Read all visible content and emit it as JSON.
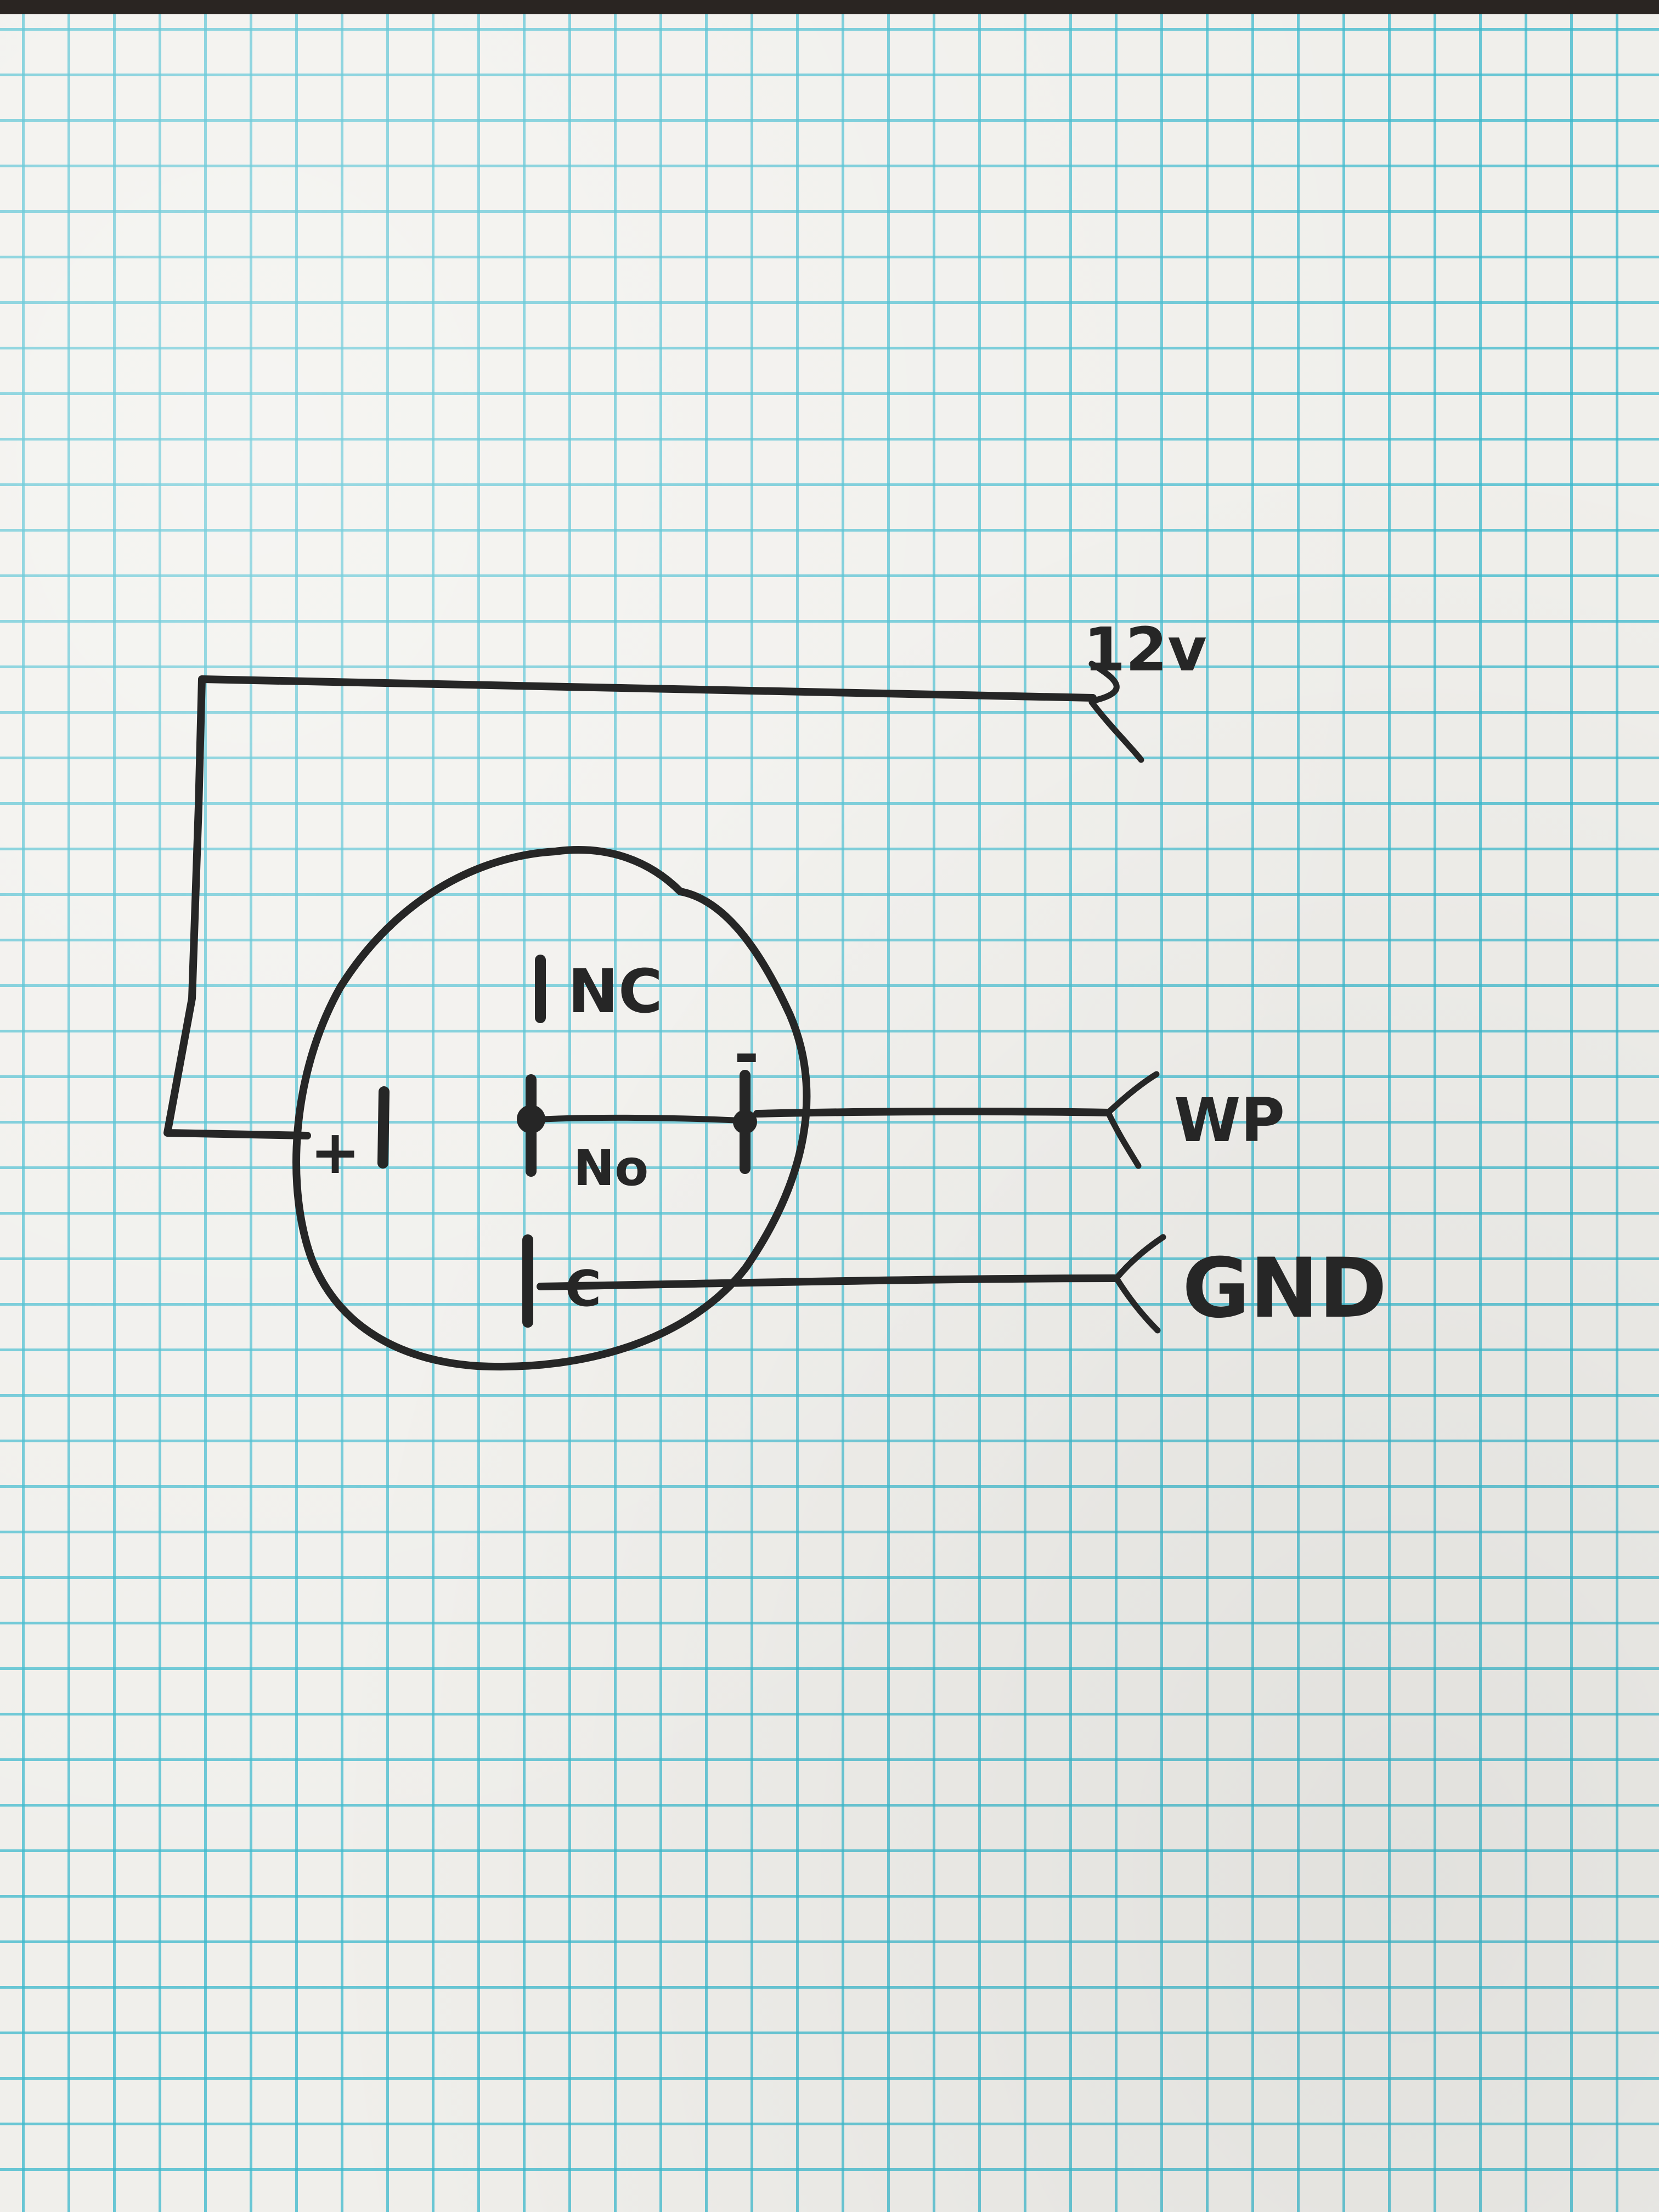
{
  "labels": {
    "supply": "12v",
    "wp": "WP",
    "gnd": "GND",
    "nc": "NC",
    "no": "No",
    "c": "C",
    "plus": "+",
    "minus": "-"
  }
}
